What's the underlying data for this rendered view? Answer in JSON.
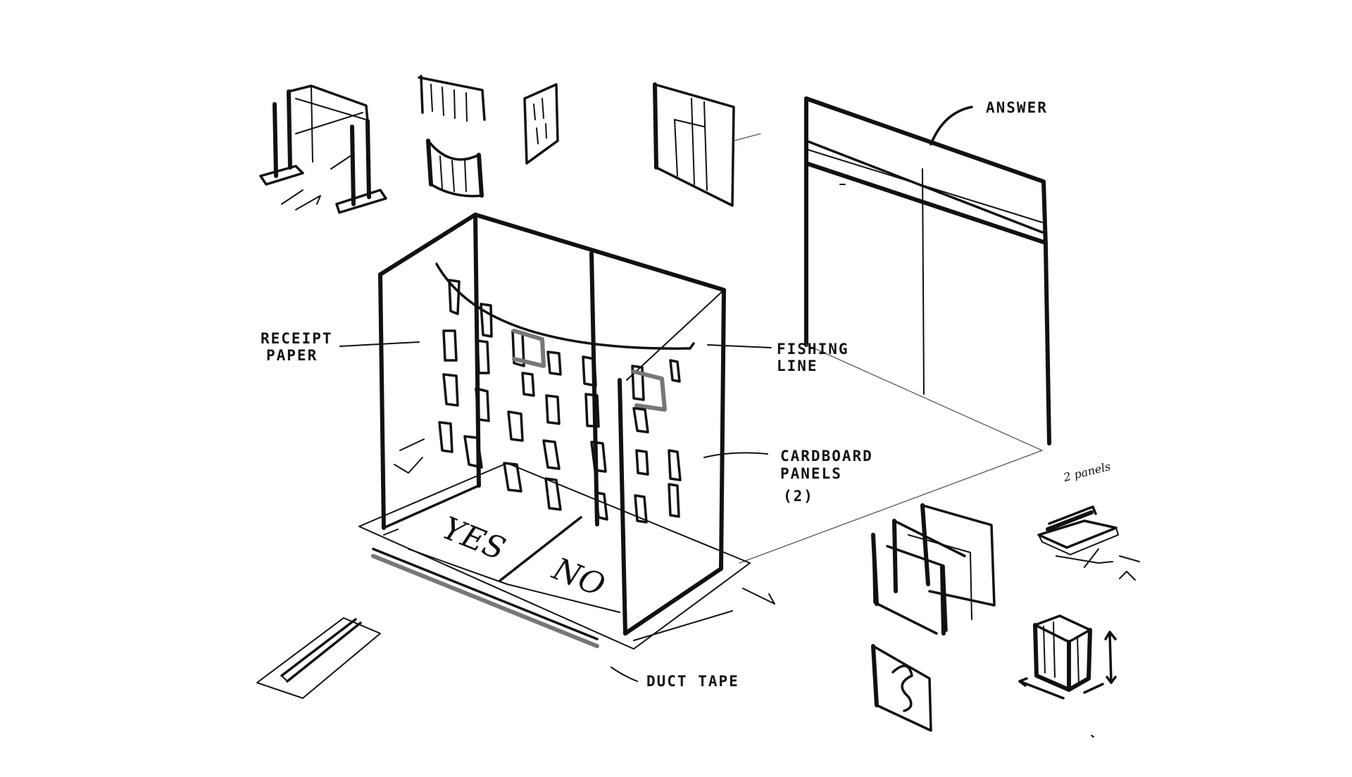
{
  "labels": {
    "answer": "ANSWER",
    "receipt_paper_1": "RECEIPT",
    "receipt_paper_2": "PAPER",
    "fishing_line_1": "FISHING",
    "fishing_line_2": "LINE",
    "cardboard_panels_1": "CARDBOARD",
    "cardboard_panels_2": "PANELS",
    "cardboard_panels_3": "(2)",
    "duct_tape": "DUCT TAPE",
    "floor_yes": "YES",
    "floor_no": "NO",
    "two_panels": "2 panels"
  }
}
